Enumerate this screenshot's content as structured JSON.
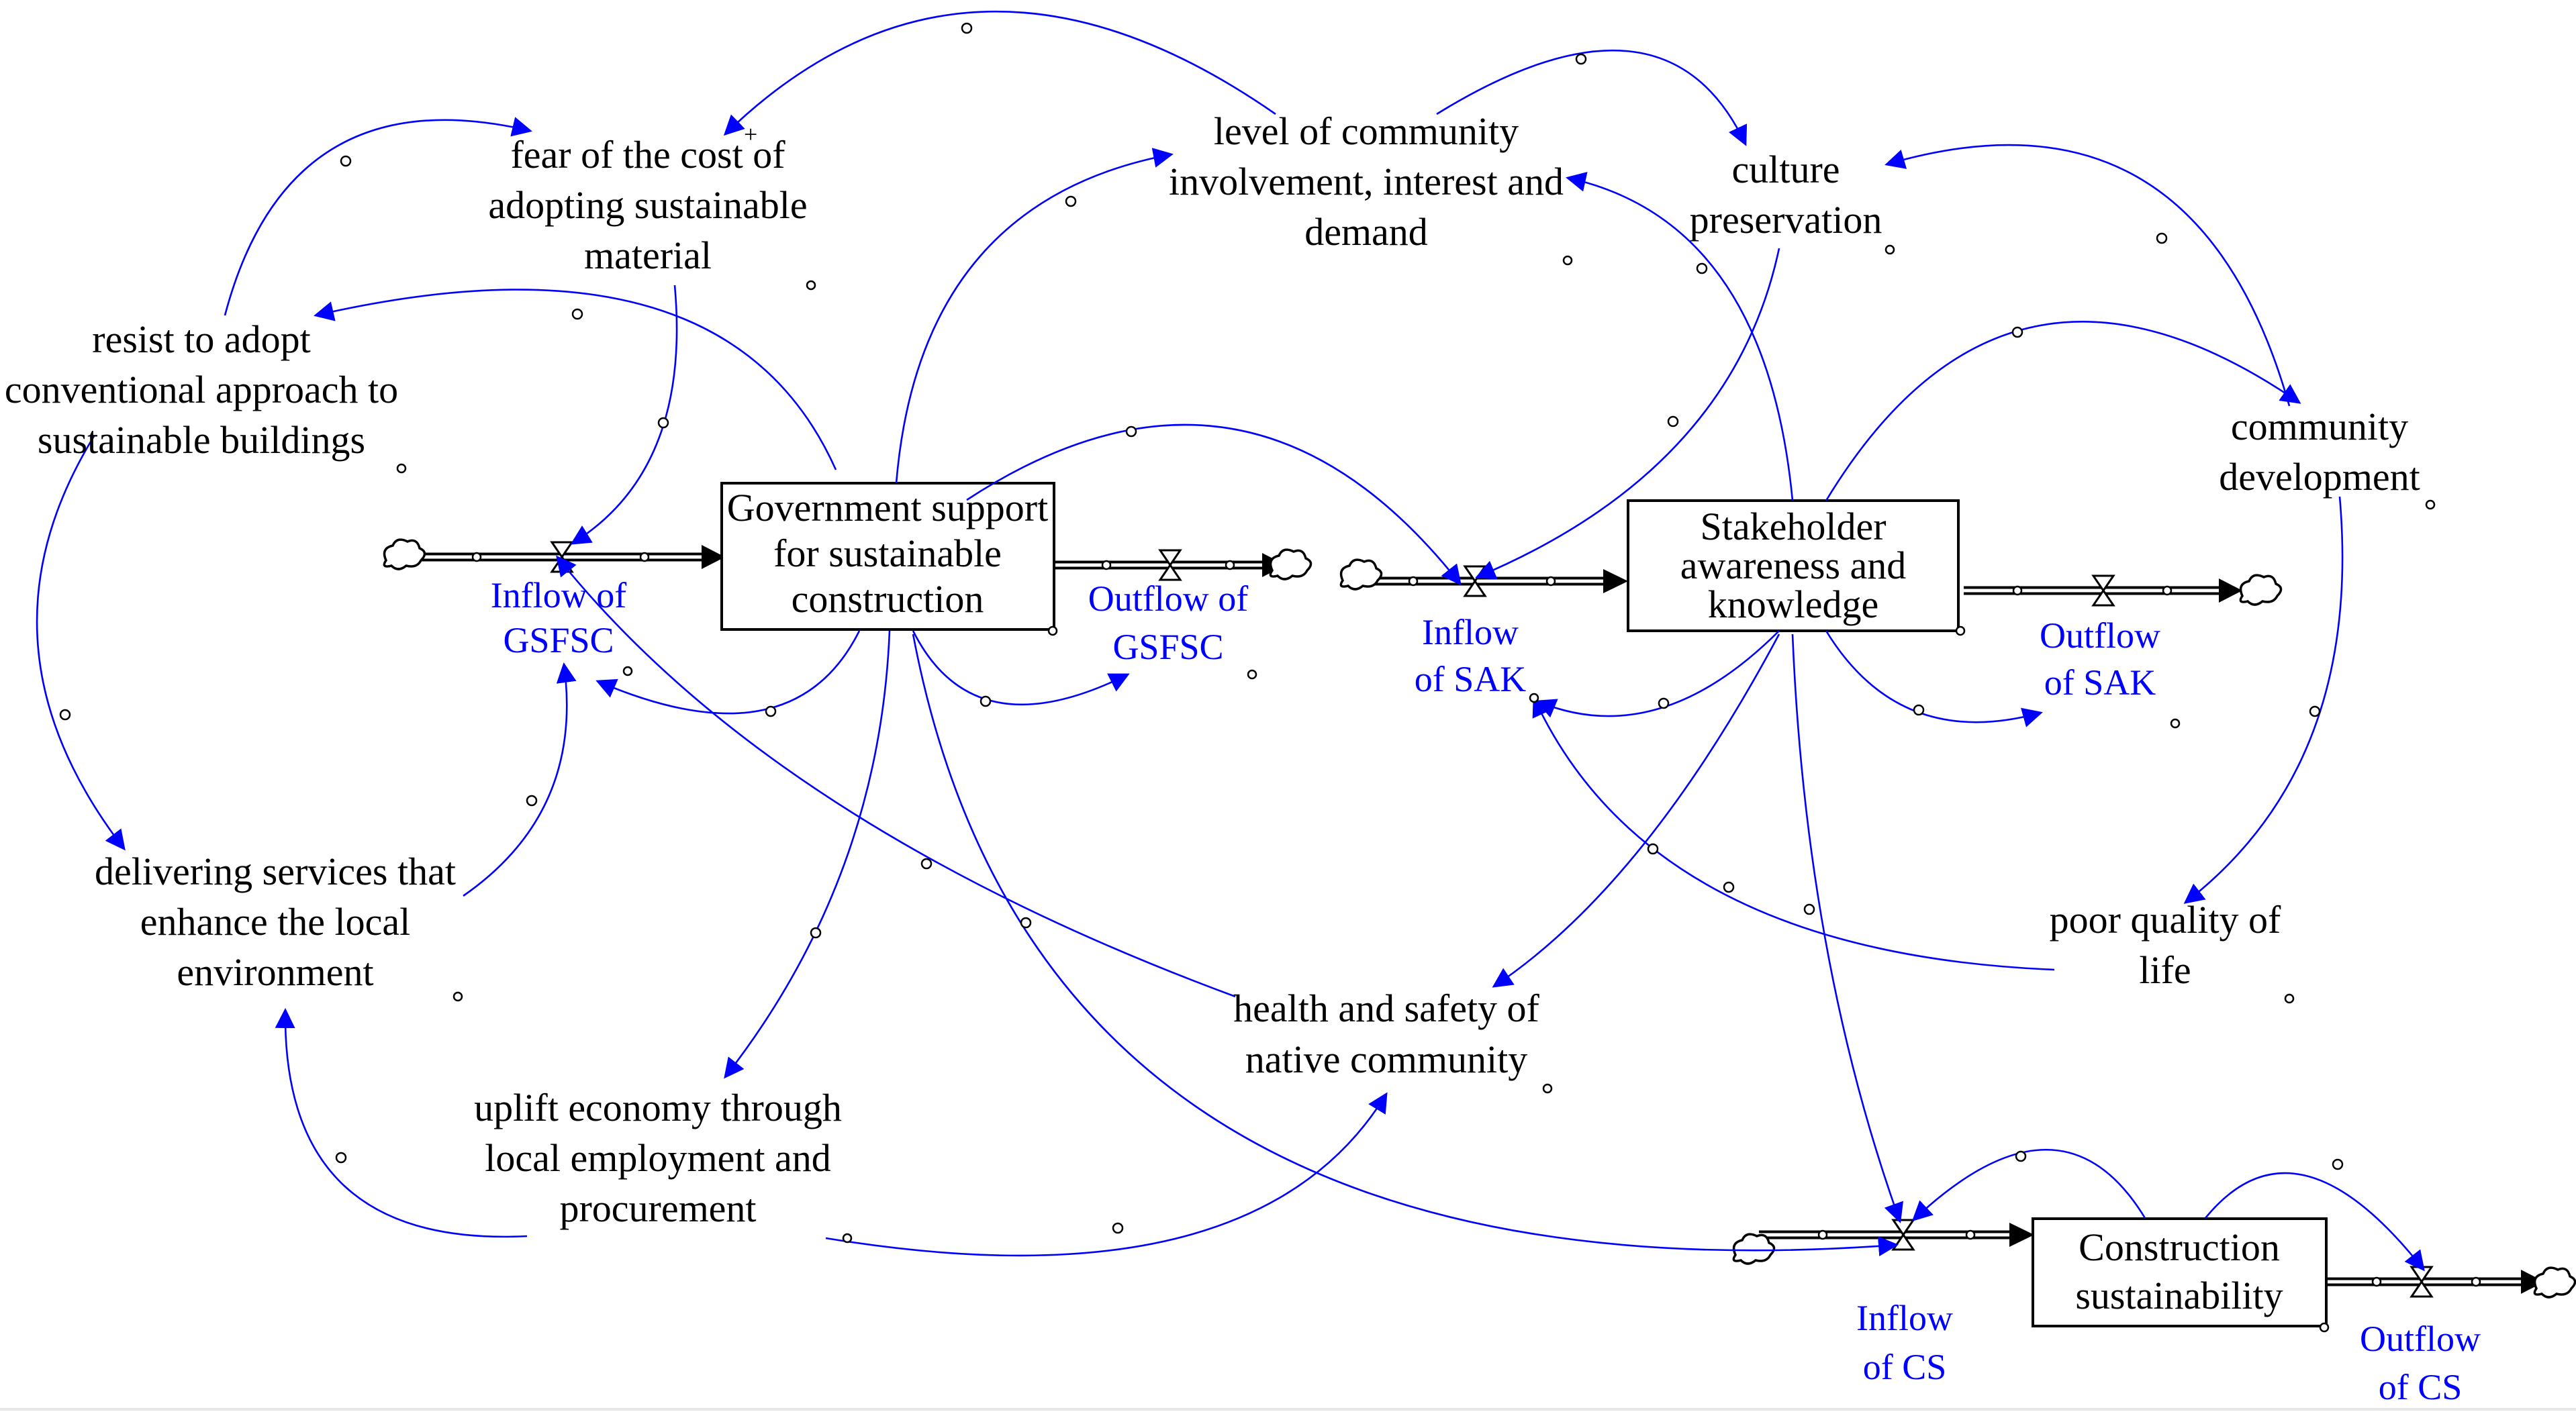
{
  "variables": {
    "fear_cost": [
      "fear of the cost of",
      "adopting sustainable",
      "material"
    ],
    "resist_adopt": [
      "resist to adopt",
      "conventional approach to",
      "sustainable buildings"
    ],
    "delivering_services": [
      "delivering services that",
      "enhance the local",
      "environment"
    ],
    "uplift_economy": [
      "uplift economy through",
      "local employment and",
      "procurement"
    ],
    "health_safety": [
      "health and safety of",
      "native community"
    ],
    "community_involvement": [
      "level of community",
      "involvement, interest and",
      "demand"
    ],
    "culture_preservation": [
      "culture",
      "preservation"
    ],
    "community_development": [
      "community",
      "development"
    ],
    "poor_quality": [
      "poor quality of",
      "life"
    ]
  },
  "stocks": {
    "gsfsc": [
      "Government support",
      "for sustainable",
      "construction"
    ],
    "sak": [
      "Stakeholder",
      "awareness and",
      "knowledge"
    ],
    "cs": [
      "Construction",
      "sustainability"
    ]
  },
  "rates": {
    "inflow_gsfsc": [
      "Inflow of",
      "GSFSC"
    ],
    "outflow_gsfsc": [
      "Outflow of",
      "GSFSC"
    ],
    "inflow_sak": [
      "Inflow",
      "of SAK"
    ],
    "outflow_sak": [
      "Outflow",
      "of SAK"
    ],
    "inflow_cs": [
      "Inflow",
      "of CS"
    ],
    "outflow_cs": [
      "Outflow",
      "of CS"
    ]
  },
  "markers": {
    "polarity": "+"
  },
  "colors": {
    "link": "#0000ff",
    "rate_text": "#0000ff",
    "stock_border": "#000000",
    "text": "#000000"
  }
}
